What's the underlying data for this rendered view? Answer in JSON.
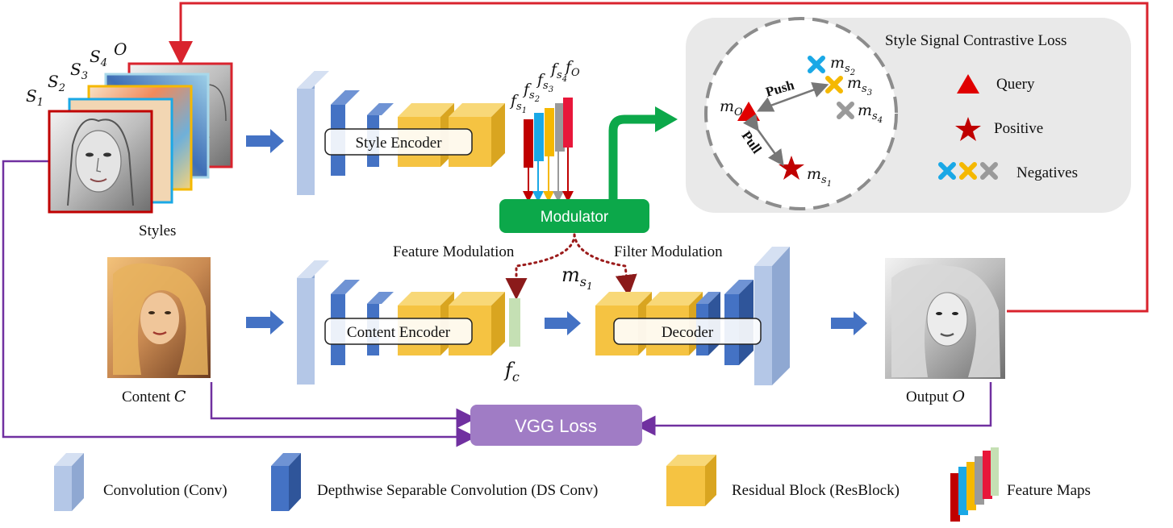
{
  "title": "Style Signal Contrastive Loss",
  "style_labels": {
    "s1": "S",
    "s1_sub": "1",
    "s2": "S",
    "s2_sub": "2",
    "s3": "S",
    "s3_sub": "3",
    "s4": "S",
    "s4_sub": "4",
    "o": "O"
  },
  "labels": {
    "styles": "Styles",
    "content": "Content",
    "content_var": "C",
    "output": "Output",
    "output_var": "O",
    "feature_modulation": "Feature Modulation",
    "filter_modulation": "Filter Modulation",
    "ms1_main": "m",
    "ms1_sub": "s",
    "ms1_subsub": "1",
    "fc_main": "f",
    "fc_sub": "c"
  },
  "blocks": {
    "style_encoder": "Style Encoder",
    "content_encoder": "Content Encoder",
    "decoder": "Decoder",
    "modulator": "Modulator",
    "vgg_loss": "VGG Loss"
  },
  "feature_labels": [
    {
      "main": "f",
      "sub": "s",
      "subsub": "1"
    },
    {
      "main": "f",
      "sub": "s",
      "subsub": "2"
    },
    {
      "main": "f",
      "sub": "s",
      "subsub": "3"
    },
    {
      "main": "f",
      "sub": "s",
      "subsub": "4"
    },
    {
      "main": "f",
      "sub": "O",
      "subsub": ""
    }
  ],
  "contrastive": {
    "push": "Push",
    "pull": "Pull",
    "mo_main": "m",
    "mo_sub": "O",
    "ms1_main": "m",
    "ms1_sub": "s",
    "ms1_subsub": "1",
    "ms2_main": "m",
    "ms2_sub": "s",
    "ms2_subsub": "2",
    "ms3_main": "m",
    "ms3_sub": "s",
    "ms3_subsub": "3",
    "ms4_main": "m",
    "ms4_sub": "s",
    "ms4_subsub": "4",
    "legend_query": "Query",
    "legend_positive": "Positive",
    "legend_negatives": "Negatives"
  },
  "legend": {
    "conv": "Convolution (Conv)",
    "dsconv": "Depthwise Separable Convolution (DS Conv)",
    "resblock": "Residual Block (ResBlock)",
    "feature_maps": "Feature Maps"
  },
  "colors": {
    "conv": "#b4c7e7",
    "dsconv": "#4472c4",
    "resblock": "#f5c342",
    "modulator": "#0ca84a",
    "vgg": "#a07cc5",
    "red": "#d9232d",
    "purple": "#7030a0",
    "arrow_blue": "#4472c4",
    "cyan": "#1aa8e6",
    "gold": "#f5b800",
    "gray": "#9a9a9a"
  }
}
